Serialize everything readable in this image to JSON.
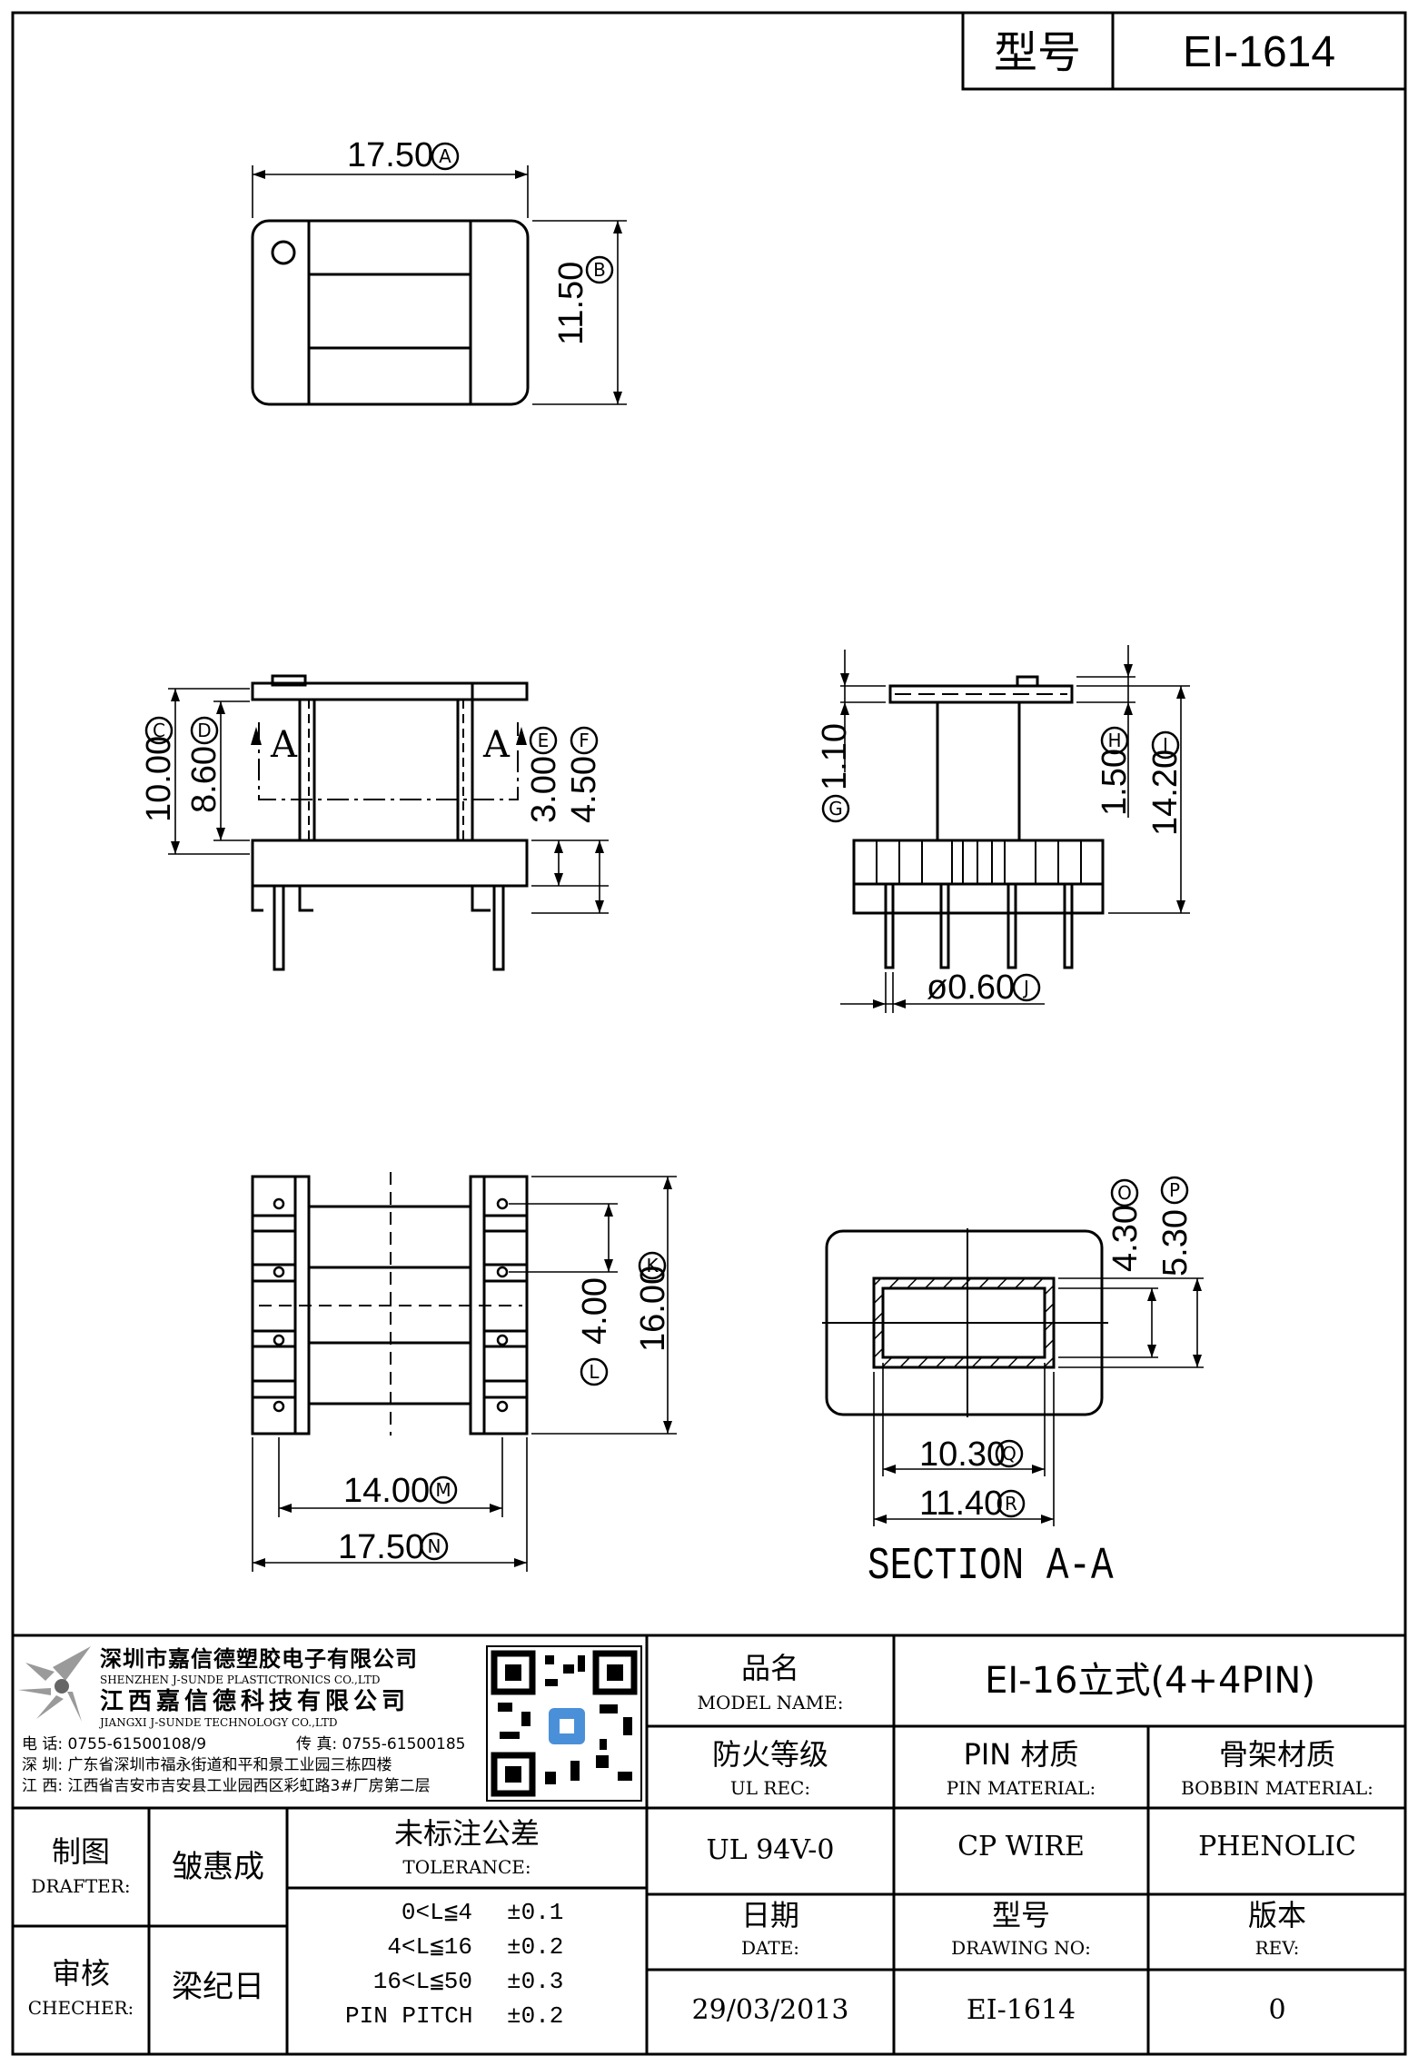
{
  "header": {
    "model_label": "型号",
    "model_value": "EI-1614"
  },
  "dims": {
    "A": "17.50",
    "B": "11.50",
    "C": "10.00",
    "D": "8.60",
    "E": "3.00",
    "F": "4.50",
    "G": "1.10",
    "H": "1.50",
    "I": "14.20",
    "J": "ø0.60",
    "K": "16.00",
    "L": "4.00",
    "M": "14.00",
    "N": "17.50",
    "O": "4.30",
    "P": "5.30",
    "Q": "10.30",
    "R": "11.40"
  },
  "markers": {
    "A": "A",
    "B": "B",
    "C": "C",
    "D": "D",
    "E": "E",
    "F": "F",
    "G": "G",
    "H": "H",
    "I": "I",
    "J": "J",
    "K": "K",
    "L": "L",
    "M": "M",
    "N": "N",
    "O": "O",
    "P": "P",
    "Q": "Q",
    "R": "R"
  },
  "section_mark": "A",
  "section_label": "SECTION A-A",
  "company": {
    "name_cn_1": "深圳市嘉信德塑胶电子有限公司",
    "name_en_1": "SHENZHEN J-SUNDE PLASTICTRONICS CO.,LTD",
    "name_cn_2": "江西嘉信德科技有限公司",
    "name_en_2": "JIANGXI J-SUNDE TECHNOLOGY CO.,LTD",
    "phone": "电 话: 0755-61500108/9",
    "fax": "传 真: 0755-61500185",
    "addr_sz": "深 圳: 广东省深圳市福永街道和平和景工业园三栋四楼",
    "addr_jx": "江 西: 江西省吉安市吉安县工业园西区彩虹路3#厂房第二层"
  },
  "titleblock": {
    "model_name_cn": "品名",
    "model_name_en": "MODEL NAME:",
    "model_name_value": "EI-16立式(4+4PIN)",
    "ul_cn": "防火等级",
    "ul_en": "UL REC:",
    "ul_value": "UL 94V-0",
    "pin_cn": "PIN 材质",
    "pin_en": "PIN MATERIAL:",
    "pin_value": "CP WIRE",
    "bobbin_cn": "骨架材质",
    "bobbin_en": "BOBBIN MATERIAL:",
    "bobbin_value": "PHENOLIC",
    "date_cn": "日期",
    "date_en": "DATE:",
    "date_value": "29/03/2013",
    "drawing_cn": "型号",
    "drawing_en": "DRAWING NO:",
    "drawing_value": "EI-1614",
    "rev_cn": "版本",
    "rev_en": "REV:",
    "rev_value": "0",
    "drafter_cn": "制图",
    "drafter_en": "DRAFTER:",
    "drafter_name": "皱惠成",
    "checker_cn": "审核",
    "checker_en": "CHECHER:",
    "checker_name": "梁纪日",
    "tol_cn": "未标注公差",
    "tol_en": "TOLERANCE:",
    "tolerances": [
      {
        "range": "0<L≦4",
        "value": "±0.1"
      },
      {
        "range": "4<L≦16",
        "value": "±0.2"
      },
      {
        "range": "16<L≦50",
        "value": "±0.3"
      },
      {
        "range": "PIN PITCH",
        "value": "±0.2"
      }
    ]
  }
}
